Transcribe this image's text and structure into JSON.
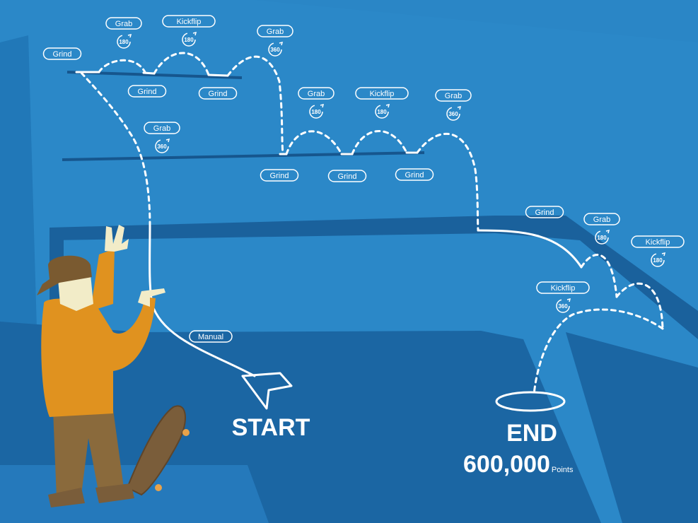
{
  "colors": {
    "background": "#2a86c6",
    "panel_dark": "#1d6aa6",
    "floor_dark": "#17609c",
    "path_white": "#ffffff",
    "hoodie_orange": "#e0921f",
    "pants_brown": "#8a6a3c",
    "cap_brown": "#7a5a30",
    "skin": "#f2ecc8",
    "skateboard": "#7a5d3a"
  },
  "tricks": [
    {
      "label": "Grind"
    },
    {
      "label": "Grab",
      "spin": "180"
    },
    {
      "label": "Kickflip",
      "spin": "180"
    },
    {
      "label": "Grab",
      "spin": "360"
    },
    {
      "label": "Grind"
    },
    {
      "label": "Grind"
    },
    {
      "label": "Grab",
      "spin": "360"
    },
    {
      "label": "Grab",
      "spin": "180"
    },
    {
      "label": "Kickflip",
      "spin": "180"
    },
    {
      "label": "Grab",
      "spin": "360"
    },
    {
      "label": "Grind"
    },
    {
      "label": "Grind"
    },
    {
      "label": "Grind"
    },
    {
      "label": "Grind"
    },
    {
      "label": "Grab",
      "spin": "180"
    },
    {
      "label": "Kickflip",
      "spin": "180"
    },
    {
      "label": "Kickflip",
      "spin": "360"
    },
    {
      "label": "Manual"
    }
  ],
  "start_label": "START",
  "end_label": "END",
  "score": {
    "value": "600,000",
    "unit": "Points"
  }
}
